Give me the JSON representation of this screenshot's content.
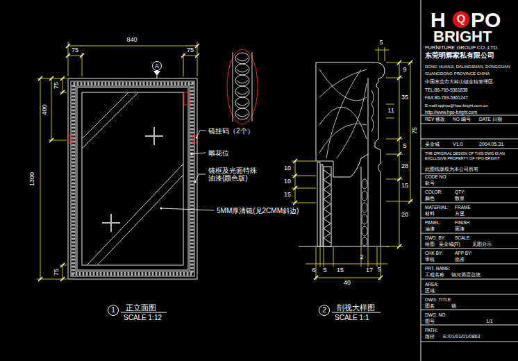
{
  "diagram": {
    "nodes": [
      {
        "text": [
          "A"
        ]
      },
      {
        "text": [
          "1"
        ]
      },
      {
        "text": [
          "2"
        ]
      }
    ],
    "labels": [
      "840",
      "75",
      "75",
      "75",
      "400",
      "1300",
      "75",
      "镜挂码（2个）",
      "雕花位",
      "镜框及光面特殊 油漆(颜色版)",
      "5MM厚清镜(见2CMM斜边)",
      "正立面图",
      "SCALE 1:12",
      "剖视大样图",
      "SCALE 1:1",
      "5",
      "9",
      "35",
      "11",
      "75",
      "5",
      "28",
      "15",
      "20",
      "10",
      "10",
      "15",
      "6",
      "5",
      "15",
      "2",
      "17",
      "5",
      "40",
      "H",
      "Q",
      "PO",
      "BRIGHT",
      "FURNITURE GROUP CO.,LTD.",
      "东莞明辉家私有限公司",
      "DONG HUANJI, DALINGSHAN, DONGGUAN",
      "GUANGDONG PROVINCE CHINA",
      "中国东莞市大岭山镇金桔管理区",
      "TEL:86-769-5361838",
      "FAX:86-769-5361247",
      "E-mail:sjqhpo@hpo-bright.com.cn",
      "http://www.hpo-bright.com",
      "REV 修改",
      "NO 编号",
      "DATE 日期",
      "吴金城",
      "V1.0",
      "2004.05.31",
      "THE ORIGINAL DESIGN OF THIS DWG IS AN EXCLUSIVE PROPERTY OF HPO-BRIGHT",
      "此图纸版权为本公司所有",
      "CODE NO:",
      "款号",
      "COLOR:",
      "QTY:",
      "颜色",
      "数量",
      "MATERIAL:",
      "FRAME",
      "材料",
      "方里",
      "PANEL:",
      "FINISH",
      "油漆",
      "面漆",
      "DWG. BY:",
      "SCALE:",
      "绘图",
      "吴金城(R)",
      "见图分示",
      "CHK BY:",
      "APP BY:",
      "审核",
      "批准",
      "PRT. NAME:",
      "工程名称",
      "锦河酒店总统",
      "AREA:",
      "区域:",
      "DWG. TITLE:",
      "图名",
      "镜",
      "DWG. NO:",
      "图号",
      "1/1",
      "PATH:",
      "路径",
      "E:/01/01/01/0863"
    ]
  }
}
